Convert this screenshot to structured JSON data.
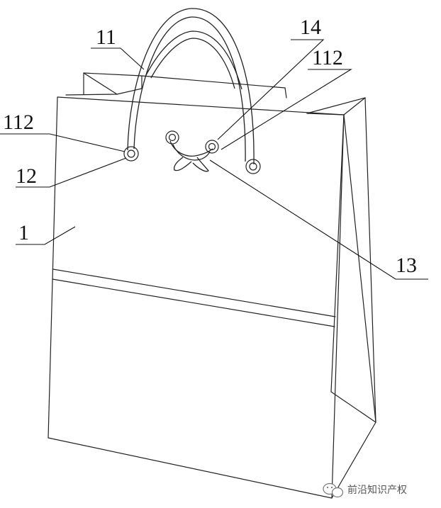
{
  "figure": {
    "labels": {
      "handle": "11",
      "eyelet_right": "112",
      "eyelet_left": "112",
      "center_eyelet": "14",
      "grommet": "12",
      "body": "1",
      "knot": "13"
    },
    "watermark": {
      "text": "前沿知识产权",
      "icon": "wechat-icon"
    }
  }
}
